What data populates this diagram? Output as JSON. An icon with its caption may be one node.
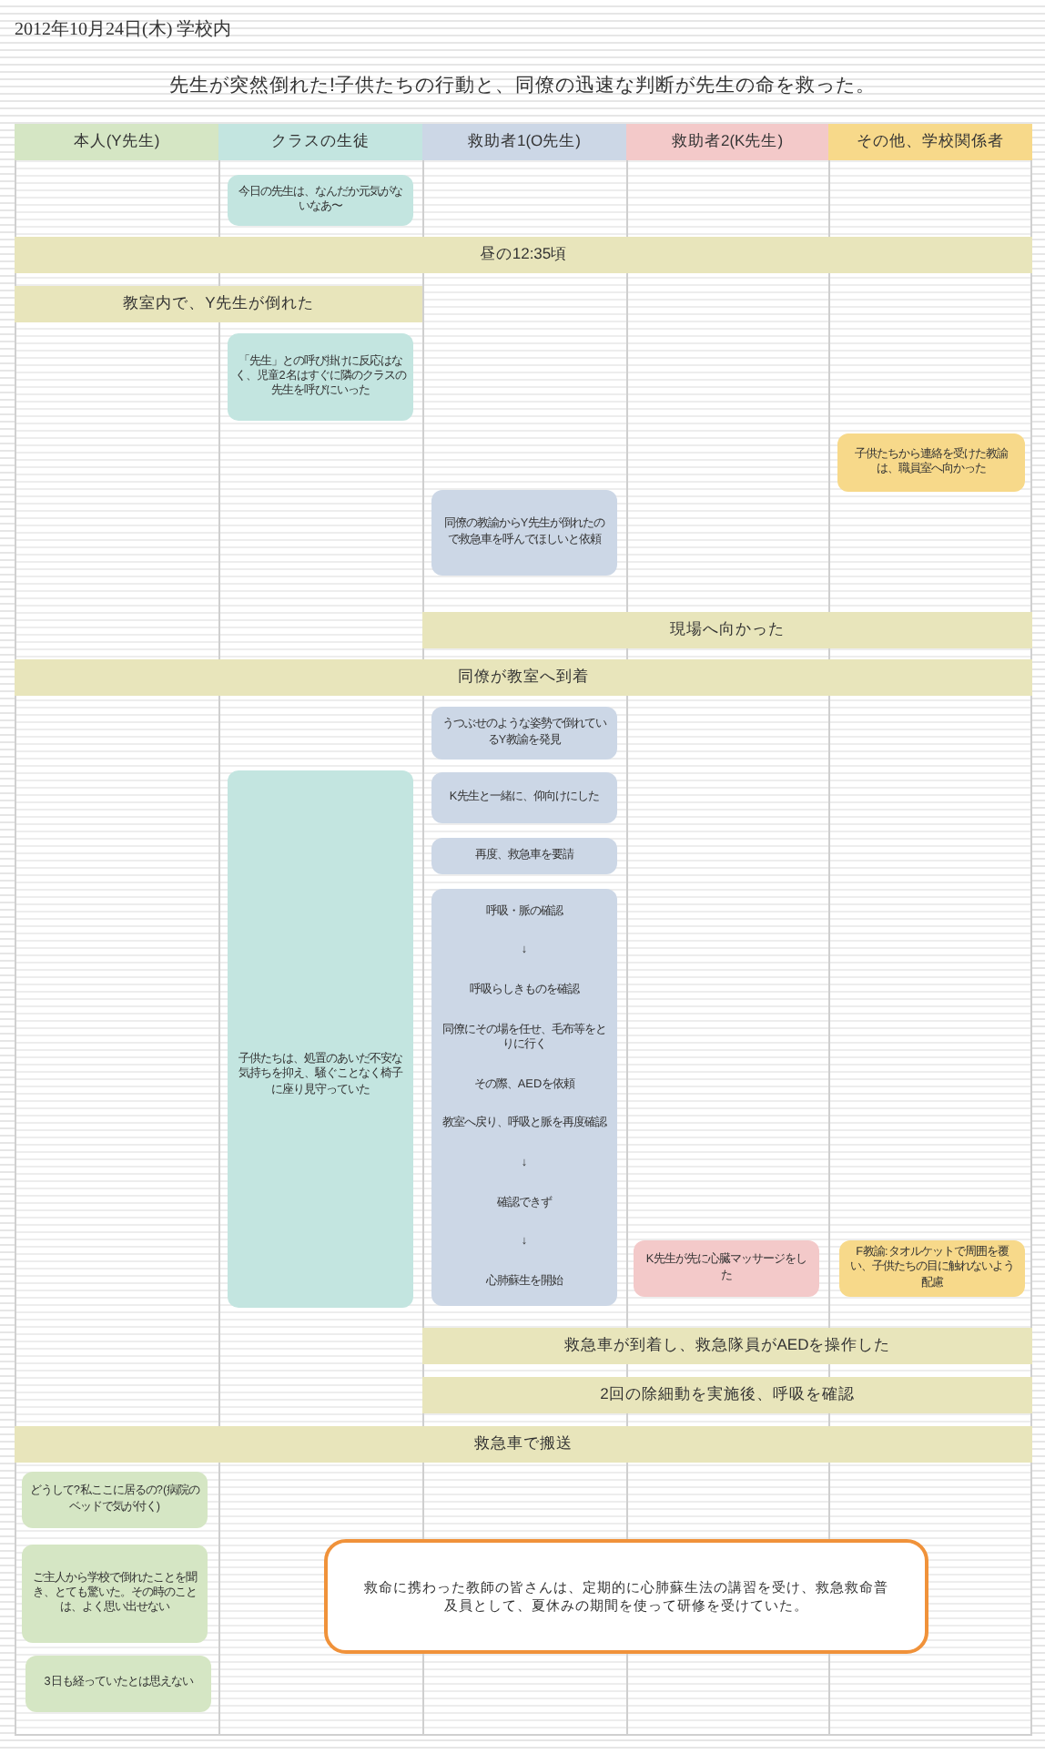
{
  "diagram": {
    "title": "先生が突然倒れた!子供たちの行動と、同僚の迅速な判断が先生の命を救った。",
    "nodes": [
      {
        "text": [
          "本人(Y先生)"
        ]
      },
      {
        "text": [
          "クラスの生徒"
        ]
      },
      {
        "text": [
          "救助者1(O先生)"
        ]
      },
      {
        "text": [
          "救助者2(K先生)"
        ]
      },
      {
        "text": [
          "その他、学校関係者"
        ]
      },
      {
        "text": [
          "今日の先生は、なんだか元気がないなあ〜"
        ]
      },
      {
        "text": [
          "昼の12:35頃"
        ]
      },
      {
        "text": [
          "教室内で、Y先生が倒れた"
        ]
      },
      {
        "text": [
          "「先生」との呼び掛けに反応はなく、児童2名はすぐに隣のクラスの先生を呼びにいった"
        ]
      },
      {
        "text": [
          "子供たちから連絡を受けた教諭は、職員室へ向かった"
        ]
      },
      {
        "text": [
          "同僚の教諭からY先生が倒れたので救急車を呼んでほしいと依頼"
        ]
      },
      {
        "text": [
          "現場へ向かった"
        ]
      },
      {
        "text": [
          "同僚が教室へ到着"
        ]
      },
      {
        "text": [
          "うつぶせのような姿勢で倒れているY教諭を発見"
        ]
      },
      {
        "text": [
          "子供たちは、処置のあいだ不安な気持ちを抑え、騒ぐことなく椅子に座り見守っていた"
        ]
      },
      {
        "text": [
          "K先生と一緒に、仰向けにした"
        ]
      },
      {
        "text": [
          "再度、救急車を要請"
        ]
      },
      {
        "text": [
          "呼吸・脈の確認",
          "↓",
          "呼吸らしきものを確認",
          "同僚にその場を任せ、毛布等をとりに行く",
          "その際、AEDを依頼",
          "教室へ戻り、呼吸と脈を再度確認",
          "↓",
          "確認できず",
          "↓",
          "心肺蘇生を開始"
        ]
      },
      {
        "text": [
          "K先生が先に心臓マッサージをした"
        ]
      },
      {
        "text": [
          "F教諭:タオルケットで周囲を覆い、子供たちの目に触れないよう配慮"
        ]
      },
      {
        "text": [
          "救急車が到着し、救急隊員がAEDを操作した"
        ]
      },
      {
        "text": [
          "2回の除細動を実施後、呼吸を確認"
        ]
      },
      {
        "text": [
          "救急車で搬送"
        ]
      },
      {
        "text": [
          "どうして?私ここに居るの?(病院のベッドで気が付く)"
        ]
      },
      {
        "text": [
          "ご主人から学校で倒れたことを聞き、とても驚いた。その時のことは、よく思い出せない"
        ]
      },
      {
        "text": [
          "救命に携わった教師の皆さんは、定期的に心肺蘇生法の講習を受け、救急救命普及員として、夏休みの期間を使って研修を受けていた。"
        ]
      },
      {
        "text": [
          "3日も経っていたとは思えない"
        ]
      }
    ],
    "labels": [
      "2012年10月24日(木) 学校内"
    ]
  }
}
